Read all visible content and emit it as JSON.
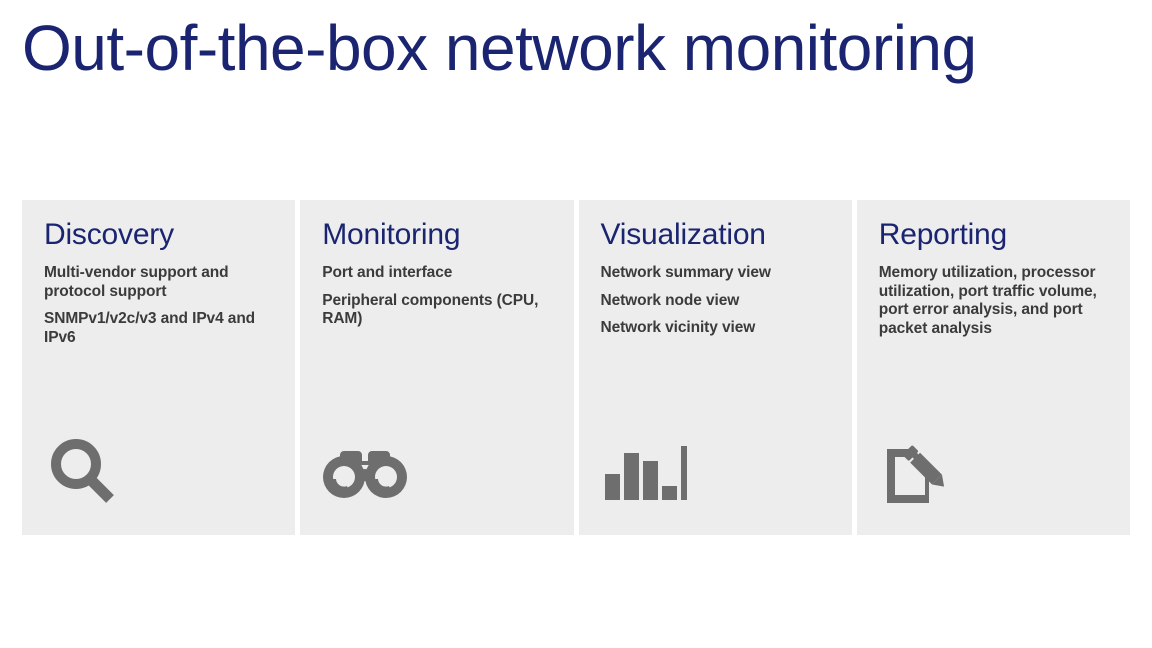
{
  "slide": {
    "title": "Out-of-the-box network monitoring",
    "title_color": "#1a2470",
    "background_color": "#ffffff",
    "card_background_color": "#ededed",
    "body_text_color": "#3b3b3b",
    "icon_color": "#6e6e6e"
  },
  "cards": [
    {
      "title": "Discovery",
      "bullets": [
        "Multi-vendor support and protocol support",
        "SNMPv1/v2c/v3 and IPv4 and IPv6"
      ],
      "icon": "magnifier-icon"
    },
    {
      "title": "Monitoring",
      "bullets": [
        "Port and interface",
        "Peripheral components (CPU, RAM)"
      ],
      "icon": "binoculars-icon"
    },
    {
      "title": "Visualization",
      "bullets": [
        "Network summary view",
        "Network node view",
        "Network vicinity view"
      ],
      "icon": "bar-chart-icon"
    },
    {
      "title": "Reporting",
      "bullets": [
        "Memory utilization, processor utilization, port traffic volume, port error analysis, and port packet analysis"
      ],
      "icon": "document-edit-icon"
    }
  ]
}
